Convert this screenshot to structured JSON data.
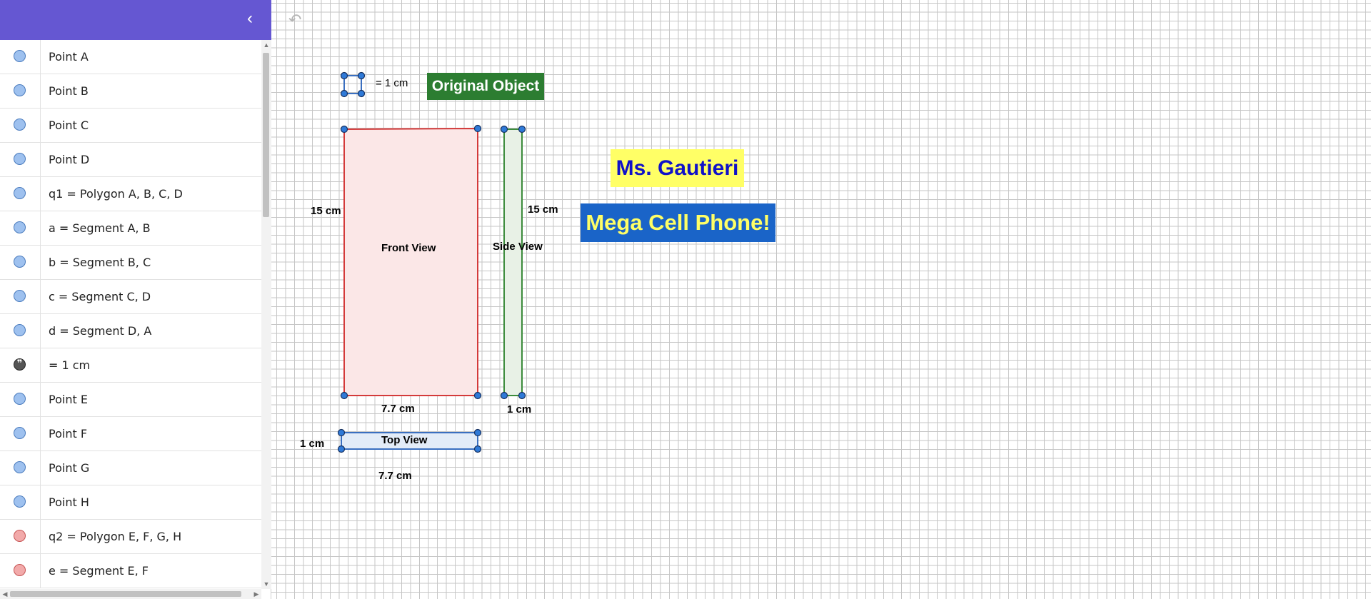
{
  "sidebar": {
    "collapse_icon": "chevron-left-icon",
    "items": [
      {
        "label": "Point A",
        "dot": "blue"
      },
      {
        "label": "Point B",
        "dot": "blue"
      },
      {
        "label": "Point C",
        "dot": "blue"
      },
      {
        "label": "Point D",
        "dot": "blue"
      },
      {
        "label": "q1 = Polygon A, B, C, D",
        "dot": "blue"
      },
      {
        "label": "a = Segment A, B",
        "dot": "blue"
      },
      {
        "label": "b = Segment B, C",
        "dot": "blue"
      },
      {
        "label": "c = Segment C, D",
        "dot": "blue"
      },
      {
        "label": "d = Segment D, A",
        "dot": "blue"
      },
      {
        "label": "= 1 cm",
        "dot": "quote"
      },
      {
        "label": "Point E",
        "dot": "blue"
      },
      {
        "label": "Point F",
        "dot": "blue"
      },
      {
        "label": "Point G",
        "dot": "blue"
      },
      {
        "label": "Point H",
        "dot": "blue"
      },
      {
        "label": "q2 = Polygon E, F, G, H",
        "dot": "red"
      },
      {
        "label": "e = Segment E, F",
        "dot": "red"
      }
    ]
  },
  "canvas": {
    "undo_icon": "undo-icon",
    "scale_label": "= 1 cm",
    "original_label": "Original Object",
    "teacher_label": "Ms. Gautieri",
    "title_label": "Mega Cell Phone!",
    "front": {
      "label": "Front View",
      "height": "15 cm",
      "width": "7.7 cm"
    },
    "side": {
      "label": "Side View",
      "height": "15 cm",
      "width": "1 cm"
    },
    "top": {
      "label": "Top View",
      "height": "1 cm",
      "width": "7.7 cm"
    }
  },
  "colors": {
    "header": "#6557d2",
    "front_stroke": "#d43a3a",
    "front_fill": "#fbe7e7",
    "side_stroke": "#3c8c3c",
    "side_fill": "#e8f1e6",
    "top_stroke": "#3a6fc0",
    "top_fill": "#e3ecf8",
    "point_fill": "#2f7ad8",
    "original_bg": "#2c7d31",
    "teacher_bg": "#ffff66",
    "teacher_text": "#1011c9",
    "title_bg": "#1a64c8",
    "title_text": "#ffff66"
  }
}
